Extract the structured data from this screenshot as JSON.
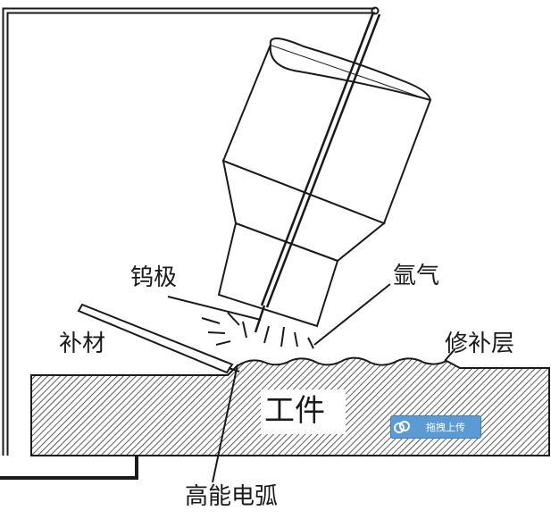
{
  "labels": {
    "tungsten": "钨极",
    "argon": "氩气",
    "filler": "补材",
    "repair_layer": "修补层",
    "workpiece": "工件",
    "arc": "高能电弧"
  },
  "badge": {
    "text": "拖拽上传",
    "icon": "cloud-link-icon"
  },
  "colors": {
    "line": "#1a1a1a",
    "badge": "#5b9bd5"
  }
}
